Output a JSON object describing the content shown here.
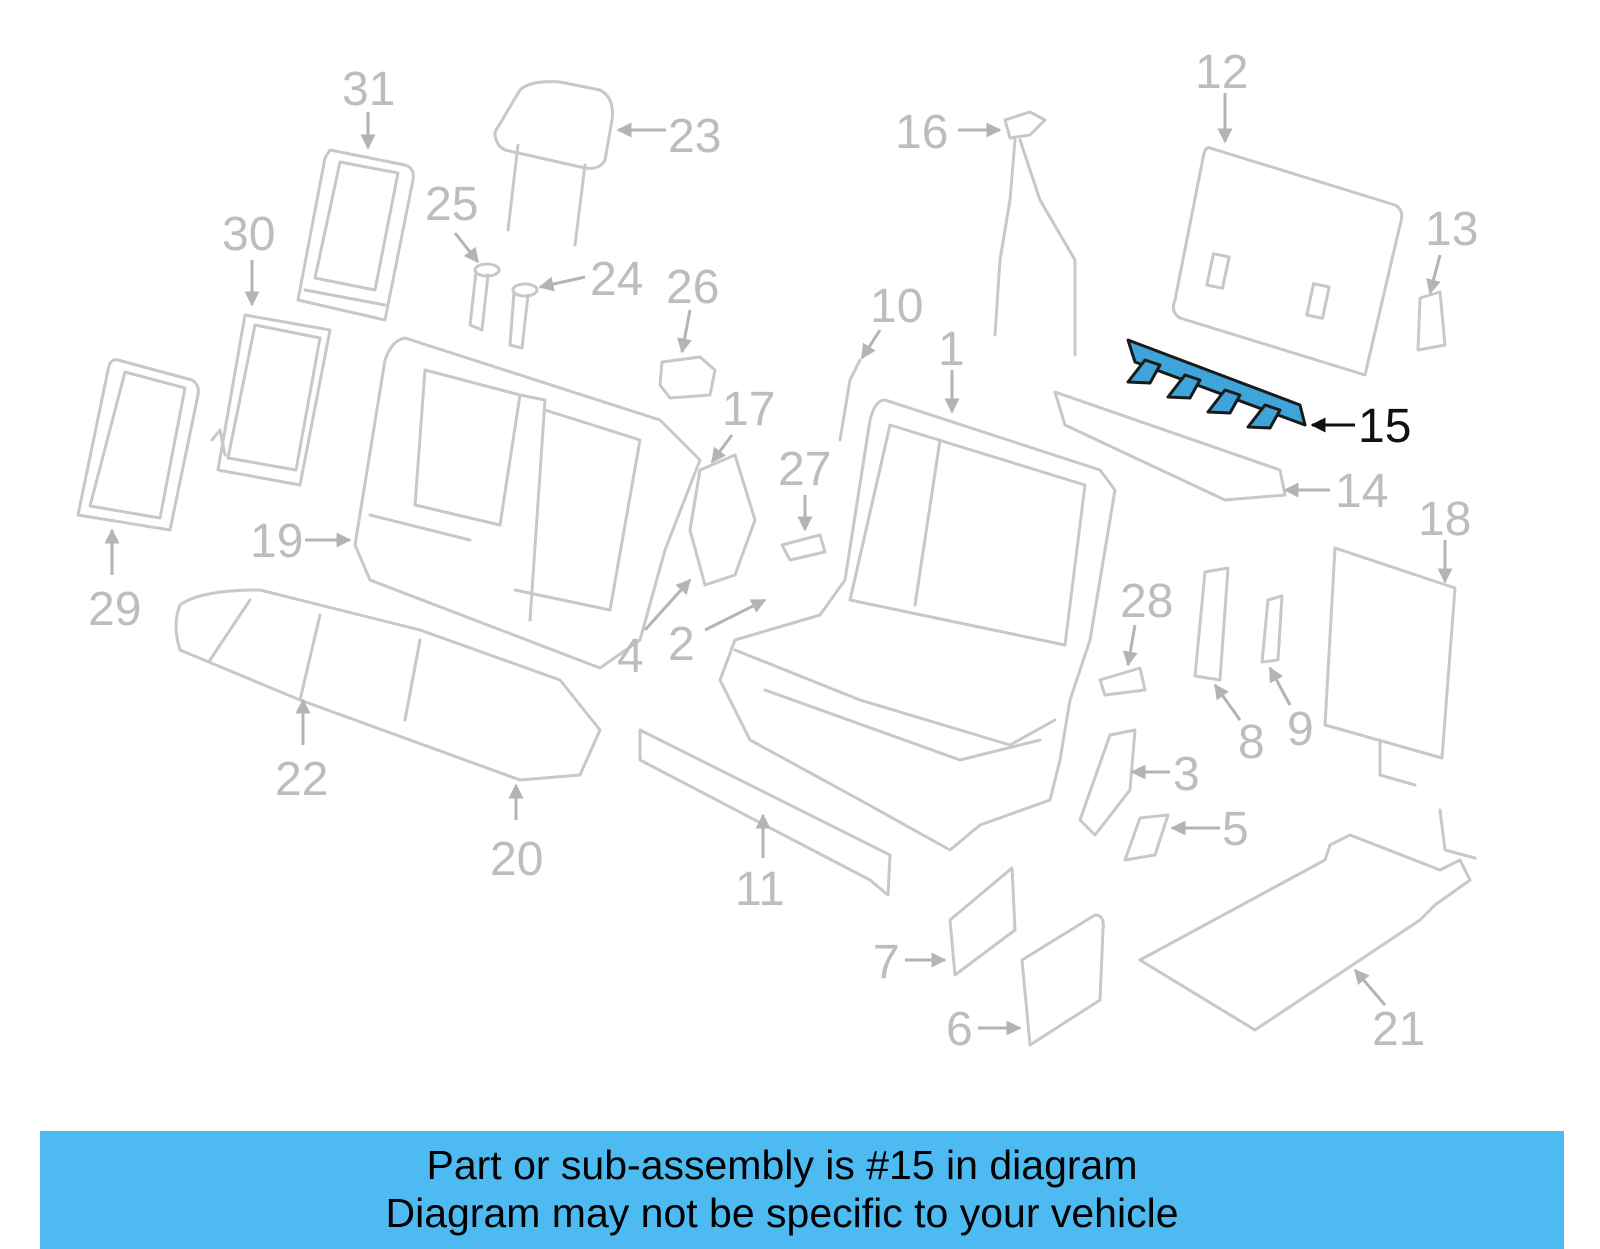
{
  "diagram": {
    "callouts": {
      "c1": "1",
      "c2": "2",
      "c3": "3",
      "c4": "4",
      "c5": "5",
      "c6": "6",
      "c7": "7",
      "c8": "8",
      "c9": "9",
      "c10": "10",
      "c11": "11",
      "c12": "12",
      "c13": "13",
      "c14": "14",
      "c15": "15",
      "c16": "16",
      "c17": "17",
      "c18": "18",
      "c19": "19",
      "c20": "20",
      "c21": "21",
      "c22": "22",
      "c23": "23",
      "c24": "24",
      "c25": "25",
      "c26": "26",
      "c27": "27",
      "c28": "28",
      "c29": "29",
      "c30": "30",
      "c31": "31"
    },
    "highlighted_part": "15",
    "colors": {
      "highlight": "#3ea4d9",
      "part_outline": "#c8c8c8",
      "callout_text": "#bdbdbd",
      "banner_bg": "#4dbbf1"
    }
  },
  "banner": {
    "line1": "Part or sub-assembly is #15 in diagram",
    "line2": "Diagram may not be specific to your vehicle"
  }
}
